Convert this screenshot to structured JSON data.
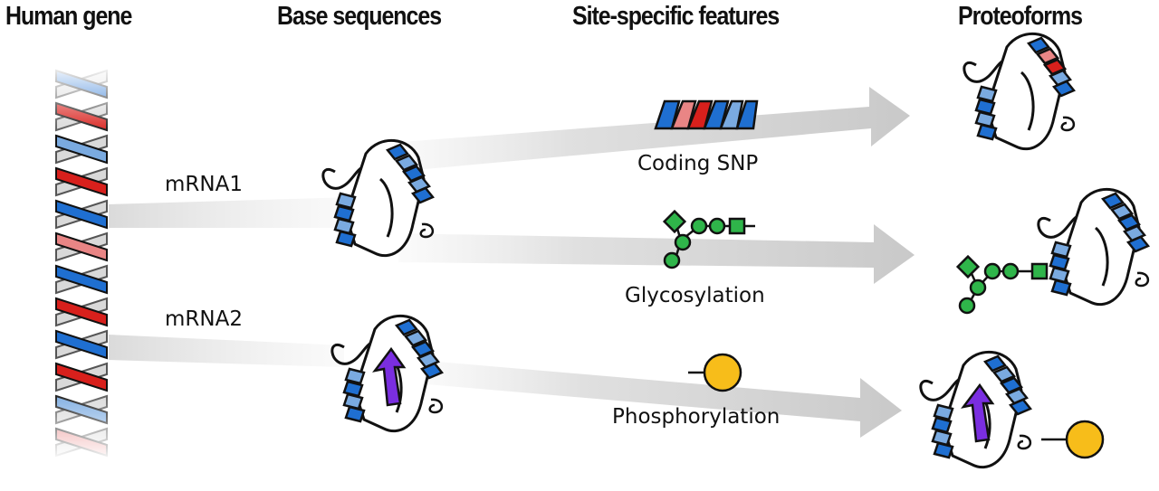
{
  "headers": {
    "human_gene": "Human gene",
    "base_sequences": "Base sequences",
    "site_features": "Site-specific features",
    "proteoforms": "Proteoforms"
  },
  "labels": {
    "mrna1": "mRNA1",
    "mrna2": "mRNA2",
    "coding_snp": "Coding SNP",
    "glycosylation": "Glycosylation",
    "phosphorylation": "Phosphorylation"
  },
  "colors": {
    "helix_blue": "#1f6fd1",
    "helix_blue_light": "#7aaae0",
    "snp_red": "#d8201c",
    "snp_red_light": "#e98585",
    "glycan_green": "#2fb54a",
    "phospho_yellow": "#f7bd1a",
    "beta_purple": "#7a2ee0",
    "arrow_gray": "#c8c8c8",
    "outline": "#111111"
  },
  "icons": {
    "dna": "double-helix-icon",
    "protein": "protein-fold-icon",
    "snp": "helix-segment-icon",
    "glycan": "glycan-chain-icon",
    "phosphate": "phosphate-circle-icon"
  }
}
